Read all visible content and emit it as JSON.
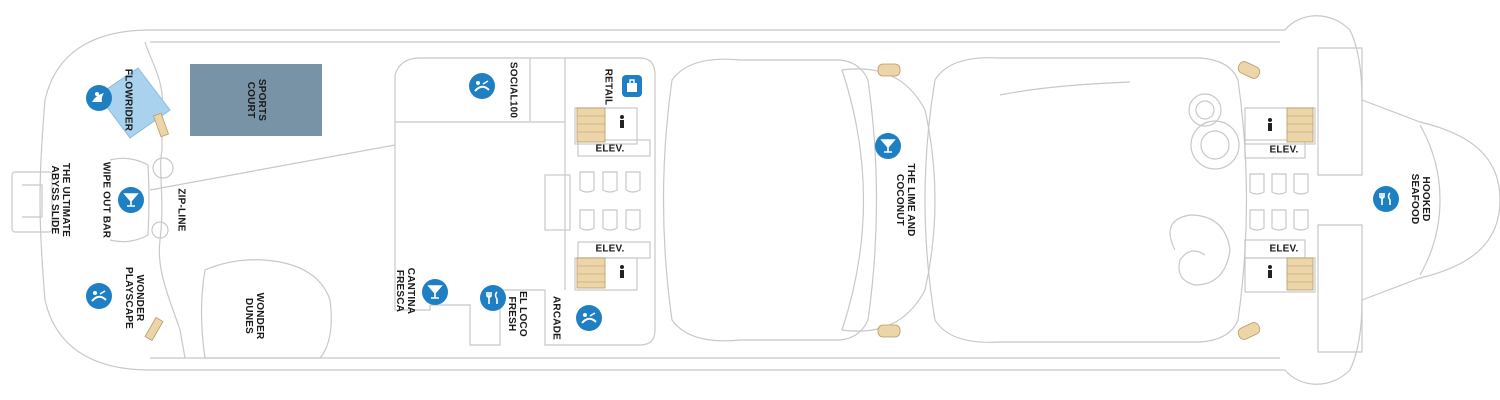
{
  "colors": {
    "outline": "#c8c8c8",
    "icon_blue": "#1e7fc2",
    "sports_court": "#7892a6",
    "flowrider_water": "#a9d2ee",
    "wood": "#ecd5a8",
    "label": "#1a1a1a"
  },
  "labels": {
    "flowrider": "FLOWRIDER",
    "sports_court": "SPORTS\nCOURT",
    "abyss_slide": "THE ULTIMATE\nABYSS SLIDE",
    "wipe_out_bar": "WIPE OUT BAR",
    "zip_line": "ZIP-LINE",
    "wonder_playscape": "WONDER\nPLAYSCAPE",
    "wonder_dunes": "WONDER\nDUNES",
    "social100": "SOCIAL100",
    "retail": "RETAIL",
    "elev_1": "ELEV.",
    "elev_2": "ELEV.",
    "cantina_fresca": "CANTINA\nFRESCA",
    "el_loco_fresh": "EL LOCO\nFRESH",
    "arcade": "ARCADE",
    "lime_and_coconut": "THE LIME AND\nCOCONUT",
    "elev_3": "ELEV.",
    "elev_4": "ELEV.",
    "hooked_seafood": "HOOKED\nSEAFOOD"
  },
  "icons": {
    "flowrider": "surf-icon",
    "wipe_out_bar": "cocktail-icon",
    "wonder_playscape": "kids-slide-icon",
    "social100": "kids-slide-icon",
    "retail": "shopping-bag-icon",
    "cantina_fresca": "cocktail-icon",
    "el_loco_fresh": "dining-icon",
    "arcade": "kids-slide-icon",
    "lime_and_coconut": "cocktail-icon",
    "hooked_seafood": "dining-icon"
  }
}
